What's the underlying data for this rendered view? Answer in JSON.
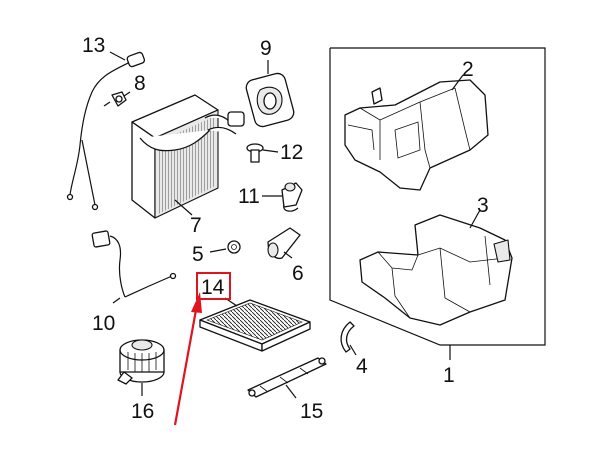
{
  "callouts": {
    "c1": "1",
    "c2": "2",
    "c3": "3",
    "c4": "4",
    "c5": "5",
    "c6": "6",
    "c7": "7",
    "c8": "8",
    "c9": "9",
    "c10": "10",
    "c11": "11",
    "c12": "12",
    "c13": "13",
    "c14": "14",
    "c15": "15",
    "c16": "16"
  },
  "colors": {
    "highlight": "#e0141e",
    "ink": "#111111"
  },
  "highlighted_part": "14"
}
